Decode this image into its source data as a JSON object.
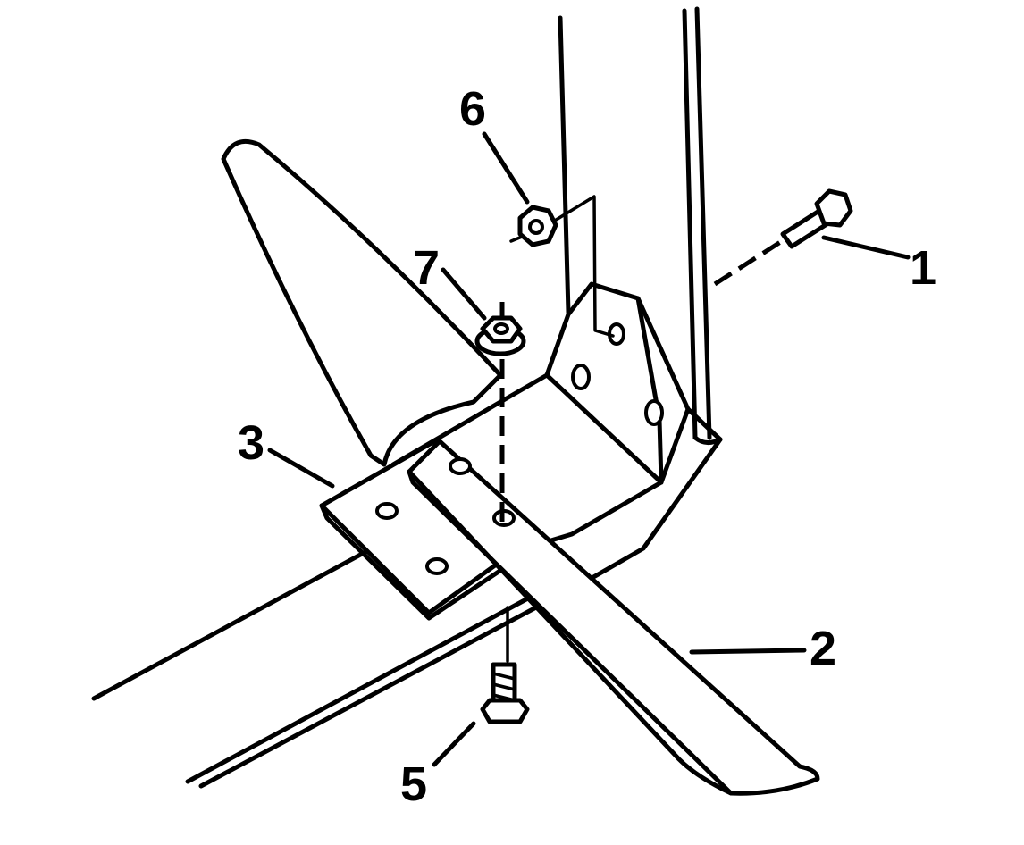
{
  "callouts": [
    {
      "id": "1",
      "label": "1"
    },
    {
      "id": "2",
      "label": "2"
    },
    {
      "id": "3",
      "label": "3"
    },
    {
      "id": "5",
      "label": "5"
    },
    {
      "id": "6",
      "label": "6"
    },
    {
      "id": "7",
      "label": "7"
    }
  ]
}
